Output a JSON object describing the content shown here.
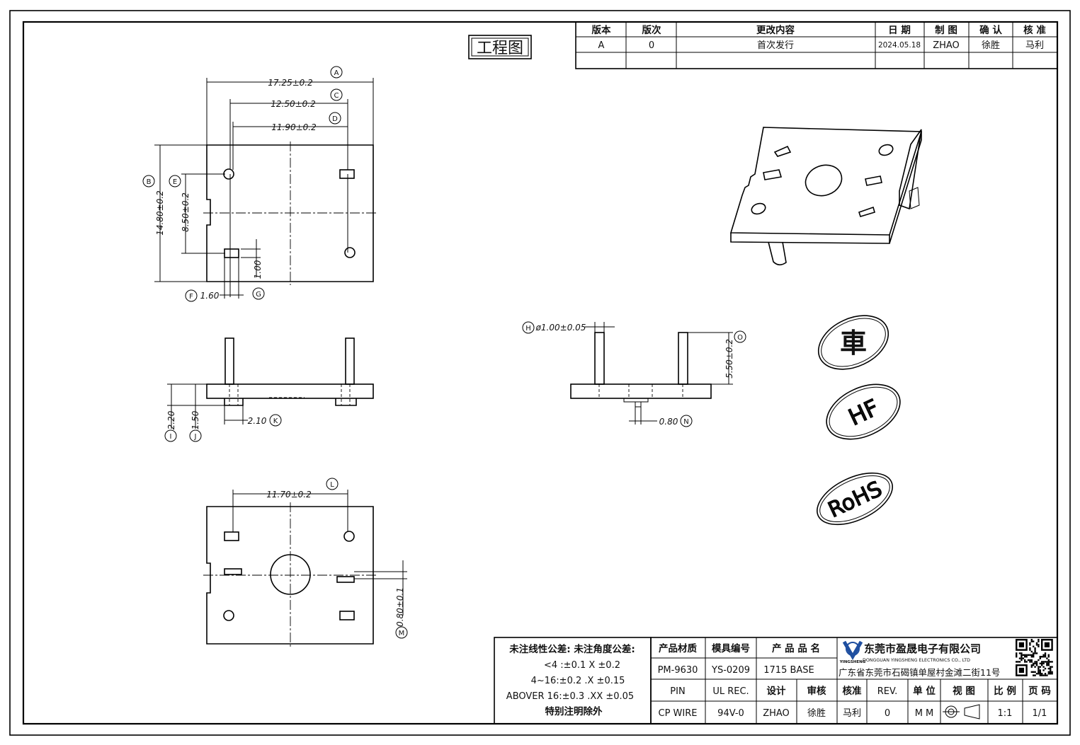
{
  "drawing_title": "工程图",
  "revision_table": {
    "headers": [
      "版本",
      "版次",
      "更改内容",
      "日 期",
      "制 图",
      "确 认",
      "核 准"
    ],
    "row": [
      "A",
      "0",
      "首次发行",
      "2024.05.18",
      "ZHAO",
      "徐胜",
      "马利"
    ]
  },
  "dimensions": {
    "A": "17.25±0.2",
    "B": "14.80±0.2",
    "C": "12.50±0.2",
    "D": "11.90±0.2",
    "E": "8.50±0.2",
    "F": "1.60",
    "G": "1.00",
    "H": "ø1.00±0.05",
    "I": "2.20",
    "J": "1.50",
    "K": "2.10",
    "L": "11.70±0.2",
    "M": "0.80±0.1",
    "N": "0.80",
    "O": "5.50±0.2"
  },
  "balloons": [
    "A",
    "B",
    "C",
    "D",
    "E",
    "F",
    "G",
    "H",
    "I",
    "J",
    "K",
    "L",
    "M",
    "N",
    "O"
  ],
  "cert_marks": {
    "car": "車",
    "hf": "HF",
    "rohs": "RoHS"
  },
  "tolerance_block": {
    "title_line": "未注线性公差:  未注角度公差:",
    "line1": "<4 :±0.1   X ±0.2",
    "line2": "4~16:±0.2  .X ±0.15",
    "line3": "ABOVER 16:±0.3  .XX ±0.05",
    "line4": "特别注明除外"
  },
  "title_block": {
    "h_material": "产品材质",
    "h_mold": "模具编号",
    "h_product": "产 品 品 名",
    "material": "PM-9630",
    "mold": "YS-0209",
    "product": "1715 BASE",
    "pin": "PIN",
    "ul_rec": "UL REC.",
    "h_design": "设计",
    "h_review": "审核",
    "h_approve": "核准",
    "h_rev": "REV.",
    "h_unit": "单 位",
    "h_view": "视 图",
    "h_scale": "比 例",
    "h_page": "页 码",
    "cp_wire": "CP WIRE",
    "ul_grade": "94V-0",
    "designer": "ZHAO",
    "reviewer": "徐胜",
    "approver": "马利",
    "rev": "0",
    "unit": "M M",
    "scale": "1:1",
    "page": "1/1"
  },
  "company": {
    "name": "东莞市盈晟电子有限公司",
    "name_en": "DONGGUAN YINGSHENG ELECTRONICS CO., LTD",
    "logo_text": "YINGSHENG",
    "address": "广东省东莞市石碣镇单屋村金滩二街11号"
  }
}
